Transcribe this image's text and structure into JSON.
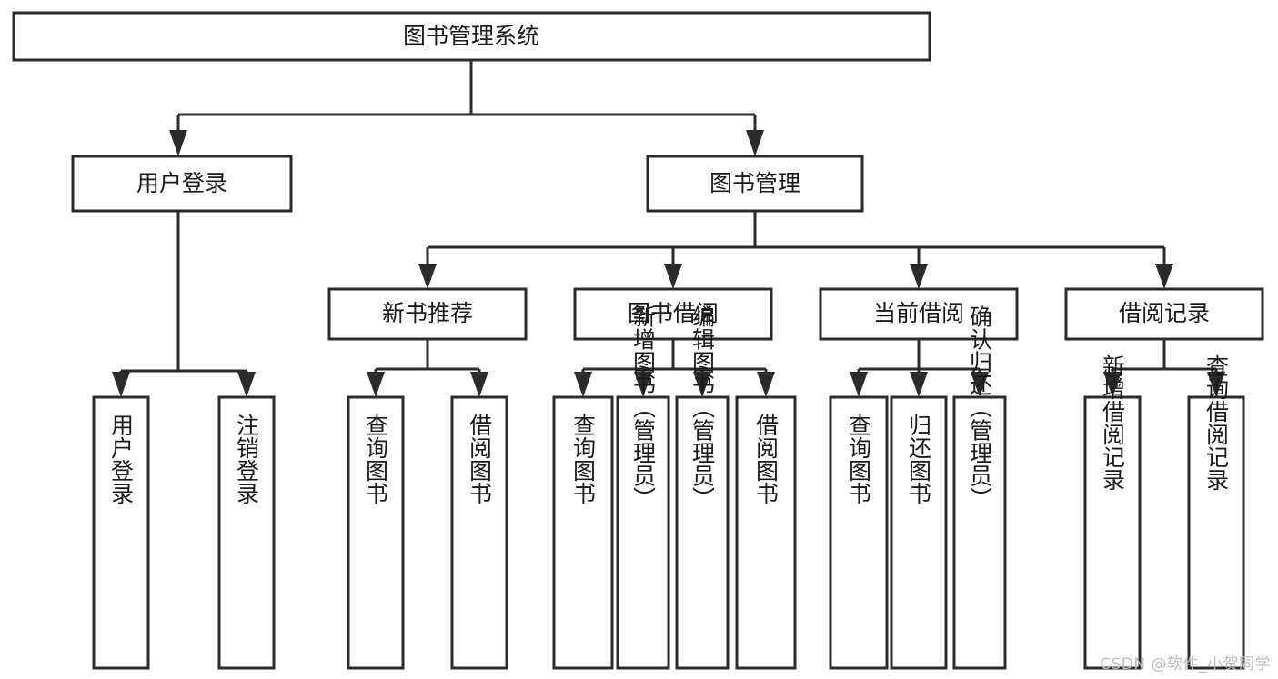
{
  "diagram": {
    "type": "tree-hierarchy-chart",
    "title": "图书管理系统",
    "watermark": "CSDN @软件_小贺同学",
    "colors": {
      "box_fill": "#ffffff",
      "box_stroke": "#2b2b2b",
      "text": "#1a1a1a",
      "background": "#ffffff",
      "watermark": "#bdbdbd"
    },
    "levels": {
      "level1": [
        {
          "id": "root",
          "label": "图书管理系统",
          "orientation": "horizontal"
        }
      ],
      "level2": [
        {
          "id": "user-login",
          "label": "用户登录",
          "orientation": "horizontal"
        },
        {
          "id": "book-manage",
          "label": "图书管理",
          "orientation": "horizontal"
        }
      ],
      "level3": [
        {
          "id": "new-book-recommend",
          "label": "新书推荐",
          "orientation": "horizontal"
        },
        {
          "id": "book-borrow",
          "label": "图书借阅",
          "orientation": "horizontal"
        },
        {
          "id": "current-borrow",
          "label": "当前借阅",
          "orientation": "horizontal"
        },
        {
          "id": "borrow-record",
          "label": "借阅记录",
          "orientation": "horizontal"
        }
      ],
      "level4": [
        {
          "id": "leaf-user-login",
          "label": "用户登录",
          "parent": "user-login",
          "orientation": "vertical"
        },
        {
          "id": "leaf-user-logout",
          "label": "注销登录",
          "parent": "user-login",
          "orientation": "vertical"
        },
        {
          "id": "leaf-query-book-1",
          "label": "查询图书",
          "parent": "new-book-recommend",
          "orientation": "vertical"
        },
        {
          "id": "leaf-borrow-book-1",
          "label": "借阅图书",
          "parent": "new-book-recommend",
          "orientation": "vertical"
        },
        {
          "id": "leaf-query-book-2",
          "label": "查询图书",
          "parent": "book-borrow",
          "orientation": "vertical"
        },
        {
          "id": "leaf-add-book",
          "label": "新增图书（管理员）",
          "parent": "book-borrow",
          "orientation": "vertical"
        },
        {
          "id": "leaf-edit-book",
          "label": "编辑图书（管理员）",
          "parent": "book-borrow",
          "orientation": "vertical"
        },
        {
          "id": "leaf-borrow-book-2",
          "label": "借阅图书",
          "parent": "book-borrow",
          "orientation": "vertical"
        },
        {
          "id": "leaf-query-book-3",
          "label": "查询图书",
          "parent": "current-borrow",
          "orientation": "vertical"
        },
        {
          "id": "leaf-return-book",
          "label": "归还图书",
          "parent": "current-borrow",
          "orientation": "vertical"
        },
        {
          "id": "leaf-confirm-return",
          "label": "确认归还（管理员）",
          "parent": "current-borrow",
          "orientation": "vertical"
        },
        {
          "id": "leaf-add-record",
          "label": "新增借阅记录",
          "parent": "borrow-record",
          "orientation": "vertical"
        },
        {
          "id": "leaf-query-record",
          "label": "查询借阅记录",
          "parent": "borrow-record",
          "orientation": "vertical"
        }
      ]
    }
  },
  "chart_data": {
    "type": "tree",
    "title": "图书管理系统",
    "nodes": [
      {
        "id": "root",
        "label": "图书管理系统",
        "level": 1,
        "parent": null
      },
      {
        "id": "user-login",
        "label": "用户登录",
        "level": 2,
        "parent": "root"
      },
      {
        "id": "book-manage",
        "label": "图书管理",
        "level": 2,
        "parent": "root"
      },
      {
        "id": "new-book-recommend",
        "label": "新书推荐",
        "level": 3,
        "parent": "book-manage"
      },
      {
        "id": "book-borrow",
        "label": "图书借阅",
        "level": 3,
        "parent": "book-manage"
      },
      {
        "id": "current-borrow",
        "label": "当前借阅",
        "level": 3,
        "parent": "book-manage"
      },
      {
        "id": "borrow-record",
        "label": "借阅记录",
        "level": 3,
        "parent": "book-manage"
      },
      {
        "id": "leaf-user-login",
        "label": "用户登录",
        "level": 4,
        "parent": "user-login"
      },
      {
        "id": "leaf-user-logout",
        "label": "注销登录",
        "level": 4,
        "parent": "user-login"
      },
      {
        "id": "leaf-query-book-1",
        "label": "查询图书",
        "level": 4,
        "parent": "new-book-recommend"
      },
      {
        "id": "leaf-borrow-book-1",
        "label": "借阅图书",
        "level": 4,
        "parent": "new-book-recommend"
      },
      {
        "id": "leaf-query-book-2",
        "label": "查询图书",
        "level": 4,
        "parent": "book-borrow"
      },
      {
        "id": "leaf-add-book",
        "label": "新增图书（管理员）",
        "level": 4,
        "parent": "book-borrow"
      },
      {
        "id": "leaf-edit-book",
        "label": "编辑图书（管理员）",
        "level": 4,
        "parent": "book-borrow"
      },
      {
        "id": "leaf-borrow-book-2",
        "label": "借阅图书",
        "level": 4,
        "parent": "book-borrow"
      },
      {
        "id": "leaf-query-book-3",
        "label": "查询图书",
        "level": 4,
        "parent": "current-borrow"
      },
      {
        "id": "leaf-return-book",
        "label": "归还图书",
        "level": 4,
        "parent": "current-borrow"
      },
      {
        "id": "leaf-confirm-return",
        "label": "确认归还（管理员）",
        "level": 4,
        "parent": "current-borrow"
      },
      {
        "id": "leaf-add-record",
        "label": "新增借阅记录",
        "level": 4,
        "parent": "borrow-record"
      },
      {
        "id": "leaf-query-record",
        "label": "查询借阅记录",
        "level": 4,
        "parent": "borrow-record"
      }
    ]
  }
}
